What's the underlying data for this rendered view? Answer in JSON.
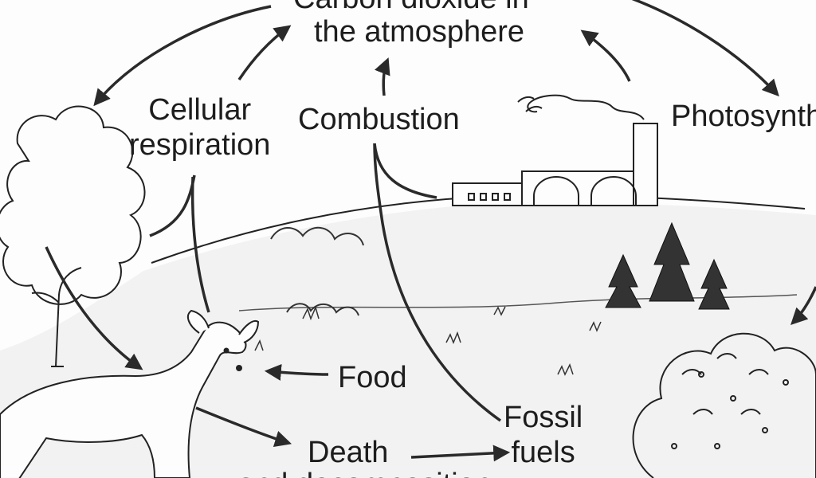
{
  "labels": {
    "atmosphere_line1": "Carbon dioxide in",
    "atmosphere_line2": "the atmosphere",
    "cellular_line1": "Cellular",
    "cellular_line2": "respiration",
    "combustion": "Combustion",
    "photosynthesis": "Photosynthesis",
    "food": "Food",
    "fossil_line1": "Fossil",
    "fossil_line2": "fuels",
    "death": "Death",
    "decomposition": "and decomposition"
  },
  "colors": {
    "ink": "#1d1d1d",
    "paper": "#fdfdfd",
    "shade": "#e6e6e6"
  }
}
